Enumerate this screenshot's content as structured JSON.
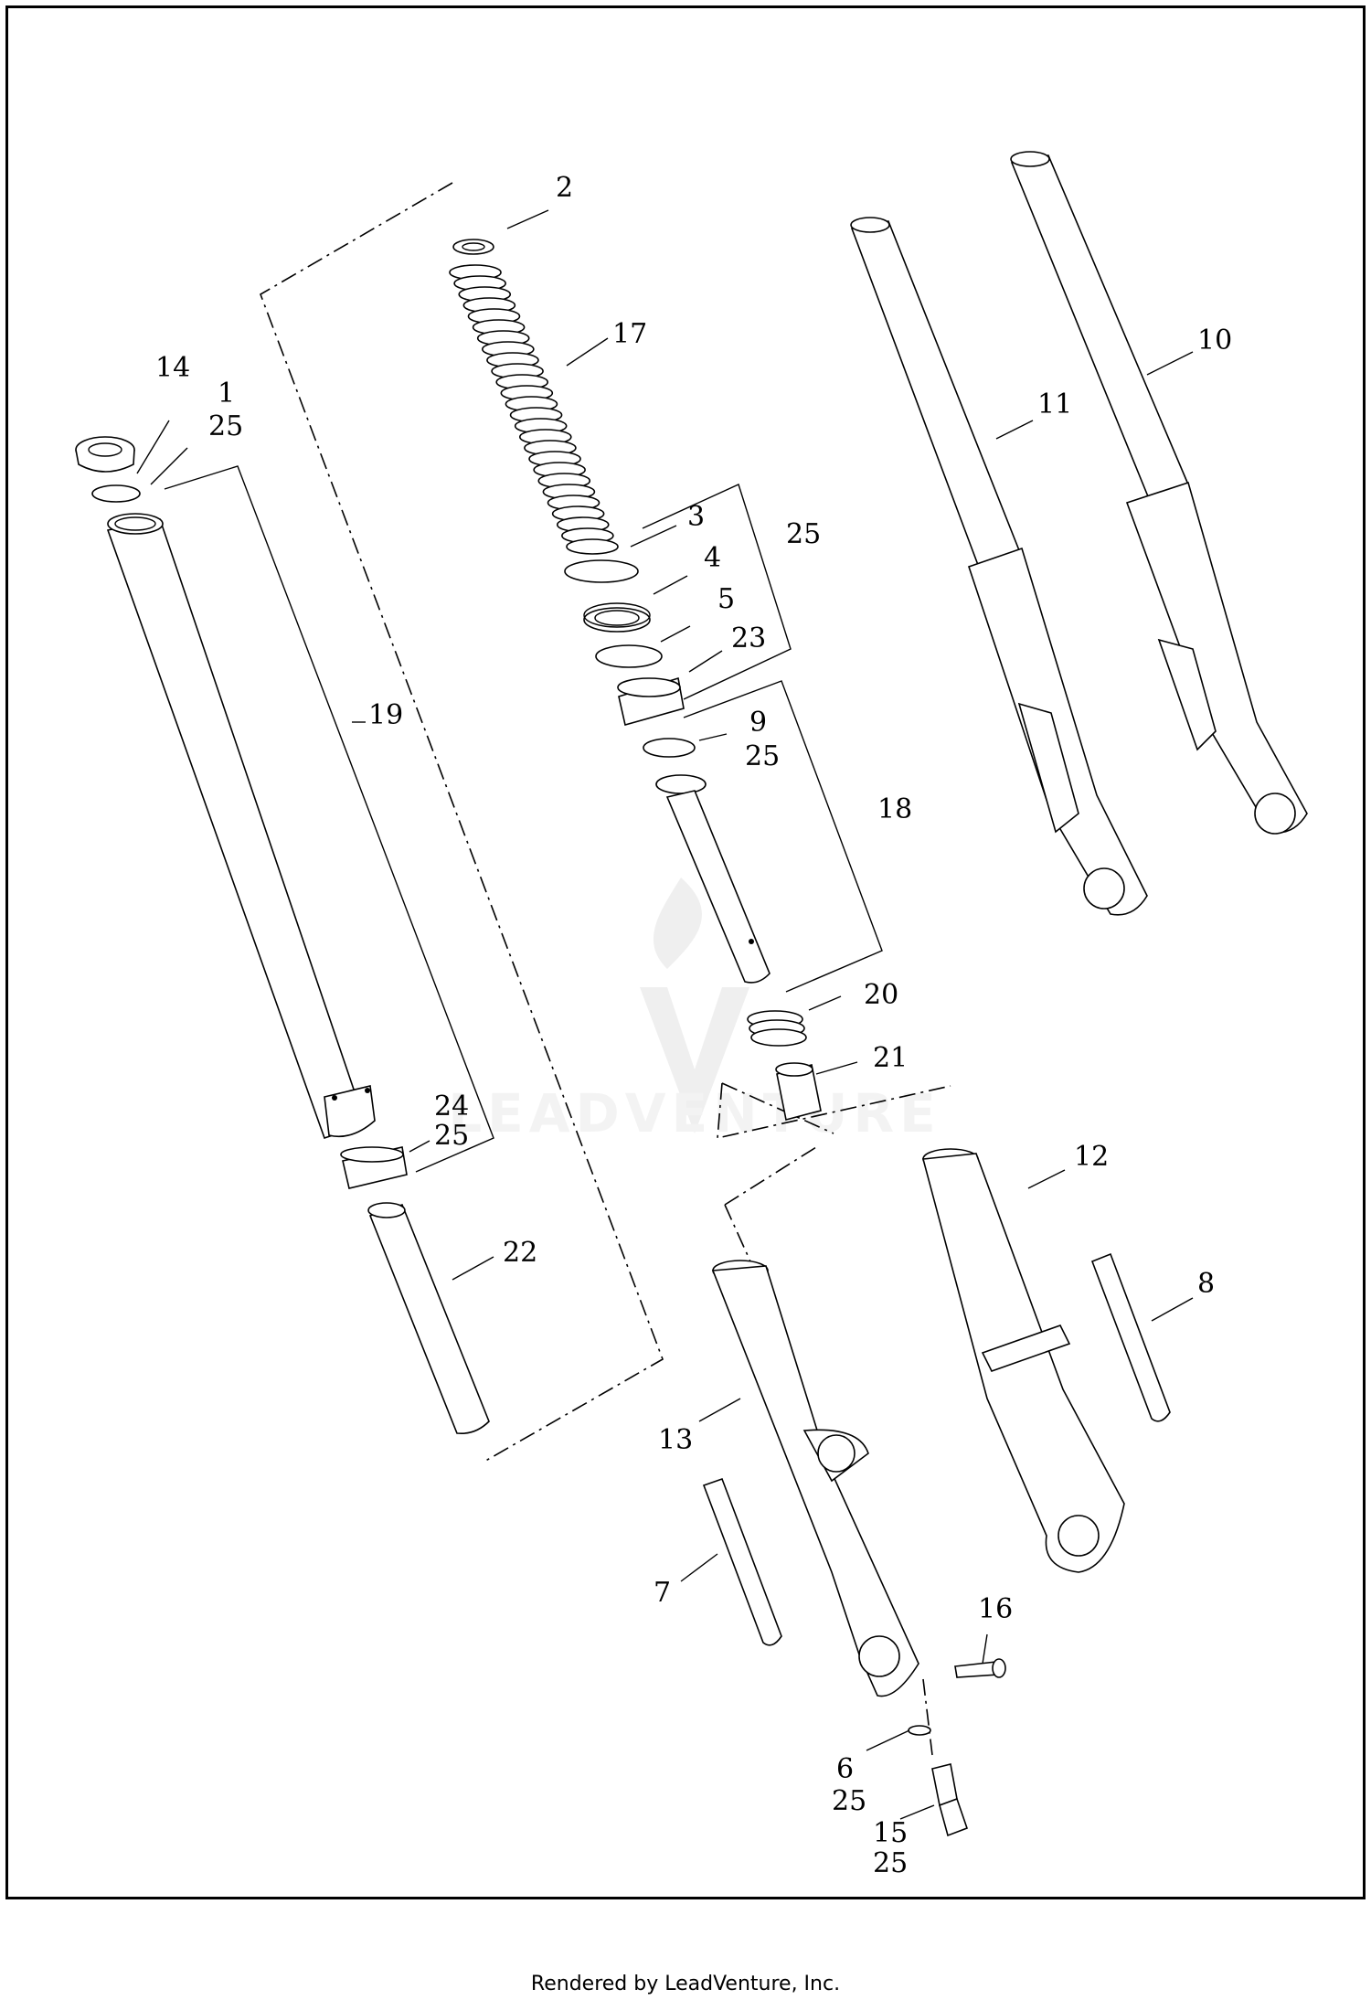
{
  "footer": {
    "text": "Rendered by LeadVenture, Inc."
  },
  "watermark": {
    "text": "LEADVENTURE",
    "color": "#e6e6e6"
  },
  "callouts": [
    {
      "id": "c2",
      "text": "2"
    },
    {
      "id": "c17",
      "text": "17"
    },
    {
      "id": "c14",
      "text": "14"
    },
    {
      "id": "c1",
      "text": "1"
    },
    {
      "id": "c25a",
      "text": "25"
    },
    {
      "id": "c3",
      "text": "3"
    },
    {
      "id": "c25b",
      "text": "25"
    },
    {
      "id": "c4",
      "text": "4"
    },
    {
      "id": "c5",
      "text": "5"
    },
    {
      "id": "c23",
      "text": "23"
    },
    {
      "id": "c9",
      "text": "9"
    },
    {
      "id": "c25c",
      "text": "25"
    },
    {
      "id": "c18",
      "text": "18"
    },
    {
      "id": "c19",
      "text": "19"
    },
    {
      "id": "c20",
      "text": "20"
    },
    {
      "id": "c21",
      "text": "21"
    },
    {
      "id": "c24",
      "text": "24"
    },
    {
      "id": "c25d",
      "text": "25"
    },
    {
      "id": "c22",
      "text": "22"
    },
    {
      "id": "c10",
      "text": "10"
    },
    {
      "id": "c11",
      "text": "11"
    },
    {
      "id": "c12",
      "text": "12"
    },
    {
      "id": "c8",
      "text": "8"
    },
    {
      "id": "c13",
      "text": "13"
    },
    {
      "id": "c7",
      "text": "7"
    },
    {
      "id": "c16",
      "text": "16"
    },
    {
      "id": "c6",
      "text": "6"
    },
    {
      "id": "c25e",
      "text": "25"
    },
    {
      "id": "c15",
      "text": "15"
    },
    {
      "id": "c25f",
      "text": "25"
    }
  ]
}
